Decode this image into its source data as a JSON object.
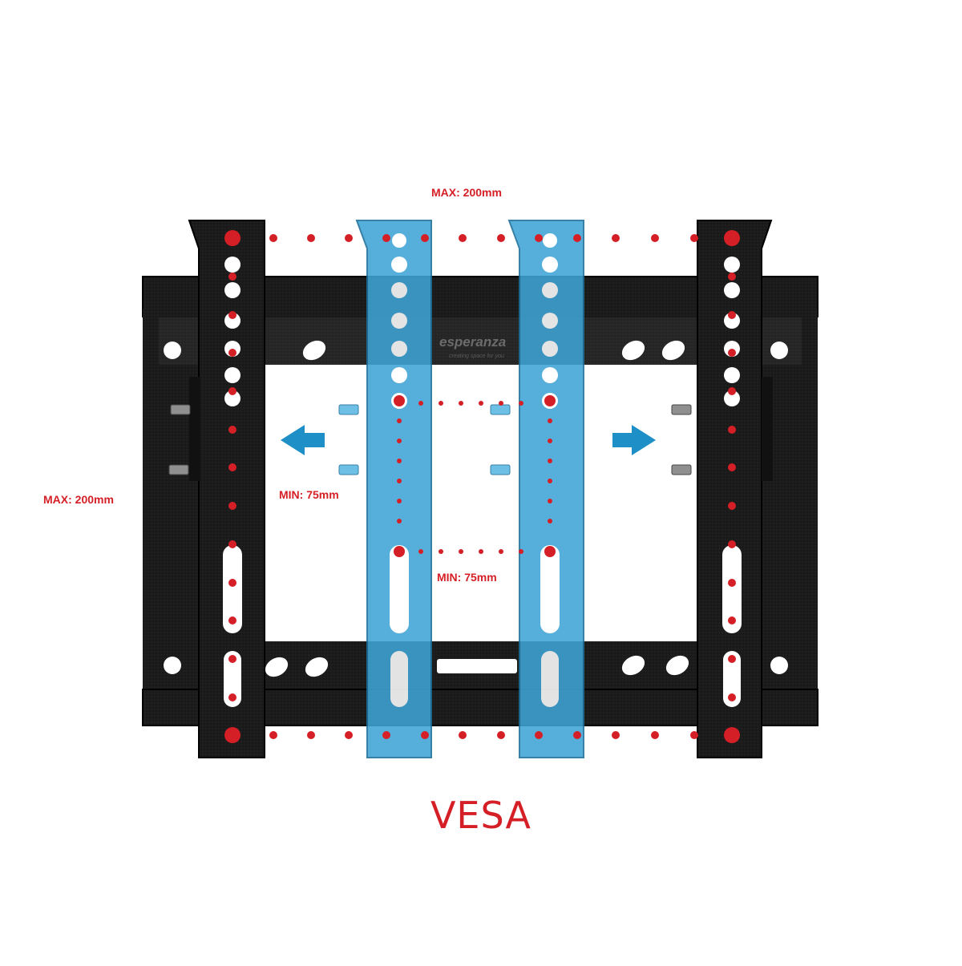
{
  "labels": {
    "top_max": "MAX: 200mm",
    "left_max": "MAX: 200mm",
    "min_horizontal": "MIN: 75mm",
    "min_vertical": "MIN: 75mm",
    "title": "VESA"
  },
  "brand": {
    "name": "esperanza",
    "tagline": "creating space for you"
  },
  "colors": {
    "accent_red": "#d51f26",
    "bracket_black": "#1c1c1c",
    "arm_blue": "#3fa4d6",
    "arrow_blue": "#1f8fc7"
  },
  "icons": {
    "left_arrow": "arrow-left-icon",
    "right_arrow": "arrow-right-icon"
  }
}
